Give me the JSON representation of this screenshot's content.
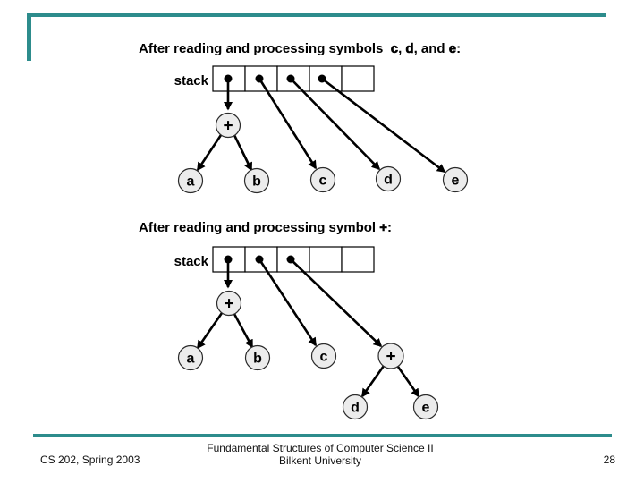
{
  "section1": {
    "title_prefix": "After reading and processing symbols  ",
    "symbol1": "c",
    "separator1": ", ",
    "symbol2": "d",
    "separator2": ", and ",
    "symbol3": "e",
    "title_suffix": ":"
  },
  "section2": {
    "title_prefix": "After reading and processing symbol ",
    "symbol": "+",
    "title_suffix": ":"
  },
  "diagram1": {
    "stack_label": "stack",
    "stack": {
      "cells_total": 5,
      "pointer_cells": 4,
      "empty_cells": 1
    },
    "nodes": {
      "plus": "+",
      "a": "a",
      "b": "b",
      "c": "c",
      "d": "d",
      "e": "e"
    }
  },
  "diagram2": {
    "stack_label": "stack",
    "stack": {
      "cells_total": 5,
      "pointer_cells": 3,
      "empty_cells": 2
    },
    "nodes": {
      "plus_top": "+",
      "a": "a",
      "b": "b",
      "c": "c",
      "plus_right": "+",
      "d": "d",
      "e": "e"
    }
  },
  "footer": {
    "course": "CS 202, Spring 2003",
    "affiliation_line1": "Fundamental Structures of Computer Science II",
    "affiliation_line2": "Bilkent University",
    "page_number": "28"
  },
  "colors": {
    "accent_teal": "#2D8C8C",
    "node_fill": "#ECECEC",
    "line": "#000000"
  }
}
